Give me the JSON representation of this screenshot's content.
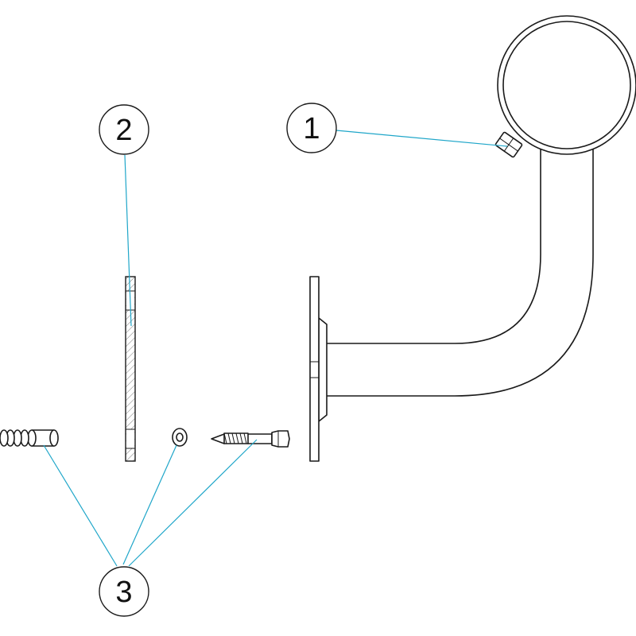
{
  "callouts": [
    {
      "id": "1",
      "label": "1"
    },
    {
      "id": "2",
      "label": "2"
    },
    {
      "id": "3",
      "label": "3"
    }
  ],
  "colors": {
    "leader_line": "#1fa6c9",
    "outline": "#1a1a1a",
    "background": "#ffffff"
  }
}
